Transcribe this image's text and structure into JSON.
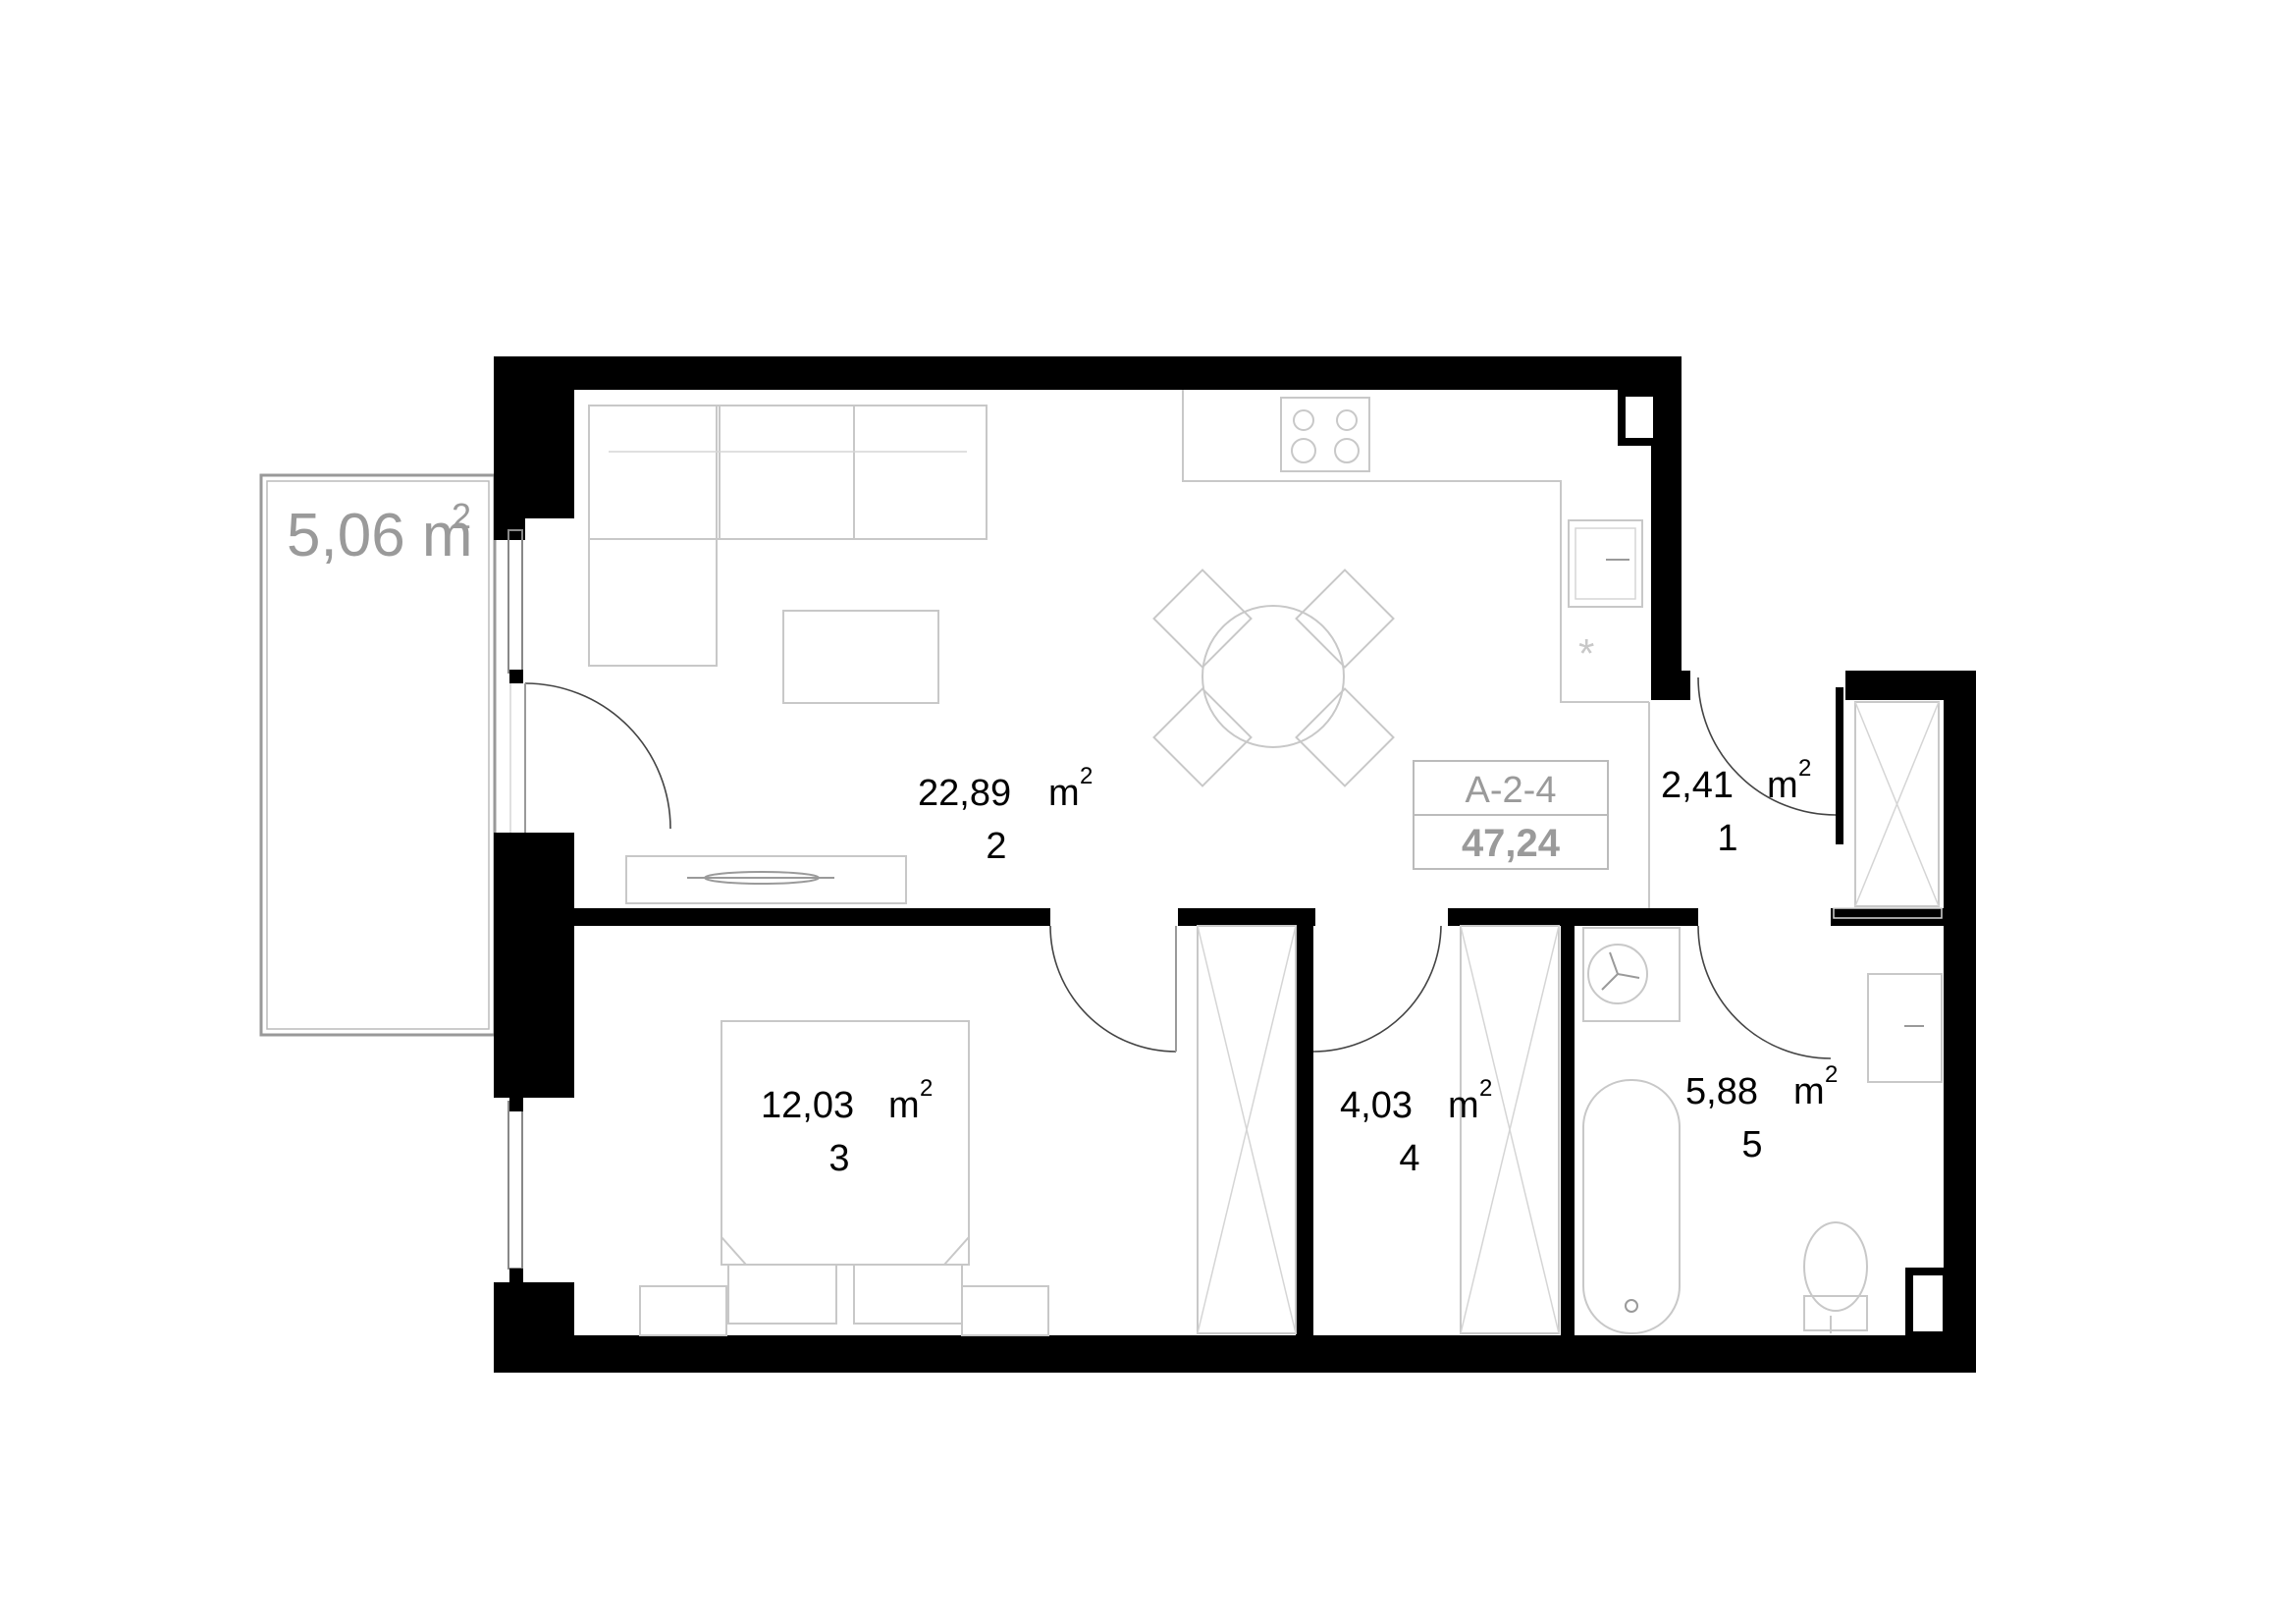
{
  "apartment": {
    "id": "A-2-4",
    "total_area": "47,24"
  },
  "balcony": {
    "area": "5,06 m",
    "unit_sup": "2"
  },
  "rooms": [
    {
      "area": "2,41",
      "unit": "m",
      "sup": "2",
      "number": "1"
    },
    {
      "area": "22,89",
      "unit": "m",
      "sup": "2",
      "number": "2"
    },
    {
      "area": "12,03",
      "unit": "m",
      "sup": "2",
      "number": "3"
    },
    {
      "area": "4,03",
      "unit": "m",
      "sup": "2",
      "number": "4"
    },
    {
      "area": "5,88",
      "unit": "m",
      "sup": "2",
      "number": "5"
    }
  ],
  "colors": {
    "wall": "#000000",
    "furniture": "#c8c8c8",
    "label_grey": "#9a9a9a"
  }
}
